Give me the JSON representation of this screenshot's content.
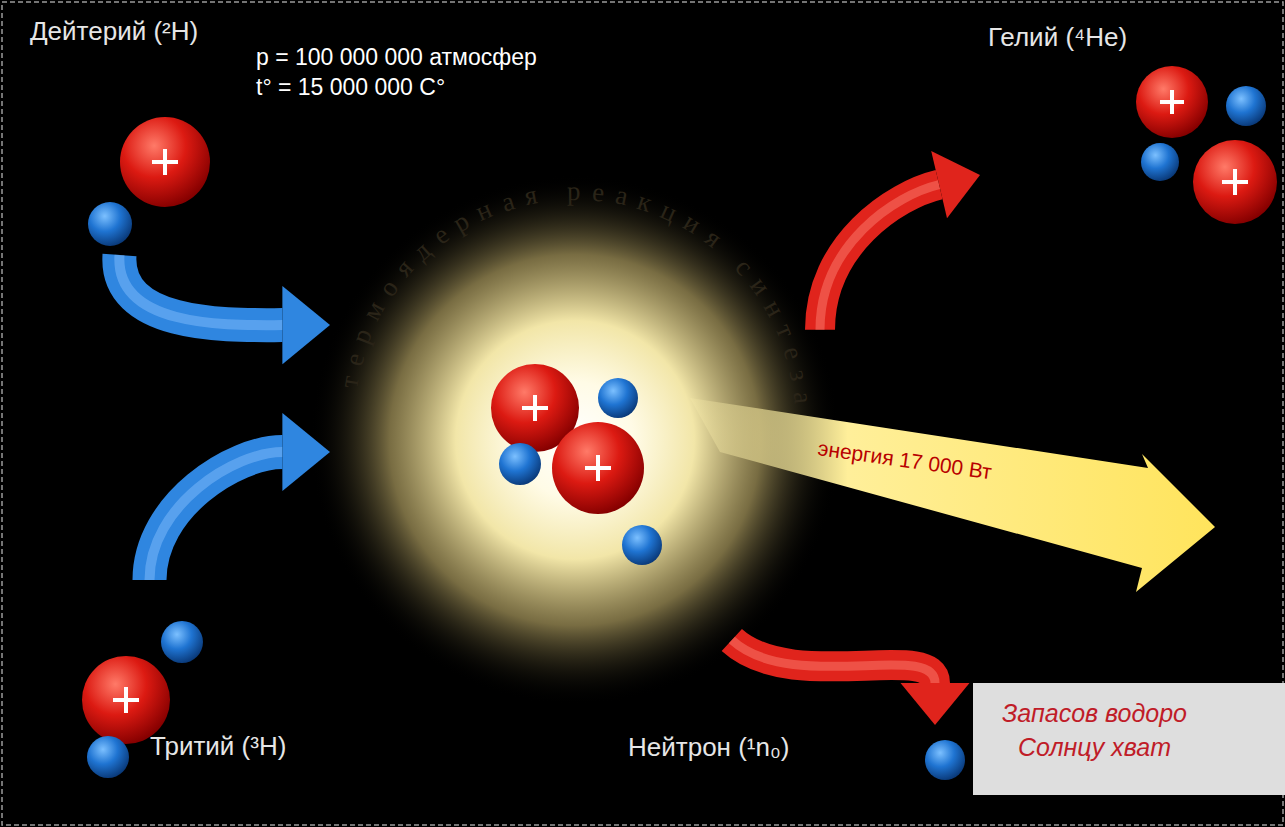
{
  "diagram": {
    "nodes": [
      {
        "text": [
          "Дейтерий (²H)"
        ]
      },
      {
        "text": [
          "Тритий (³H)"
        ]
      },
      {
        "text": [
          "термоядерная реакция синтеза"
        ]
      },
      {
        "text": [
          "Гелий (⁴He)"
        ]
      },
      {
        "text": [
          "Нейтрон (¹n₀)"
        ]
      },
      {
        "text": [
          "Запасов водоро Солнцу хват"
        ]
      }
    ],
    "edges": [
      {
        "from": 0,
        "to": 2,
        "arrow": "to"
      },
      {
        "from": 1,
        "to": 2,
        "arrow": "to"
      },
      {
        "from": 2,
        "to": 3,
        "arrow": "to"
      },
      {
        "from": 2,
        "to": 4,
        "arrow": "to"
      }
    ],
    "labels": [
      "p = 100 000 000 атмосфер",
      "t° = 15 000 000 C°",
      "энергия 17 000 Вт"
    ]
  }
}
